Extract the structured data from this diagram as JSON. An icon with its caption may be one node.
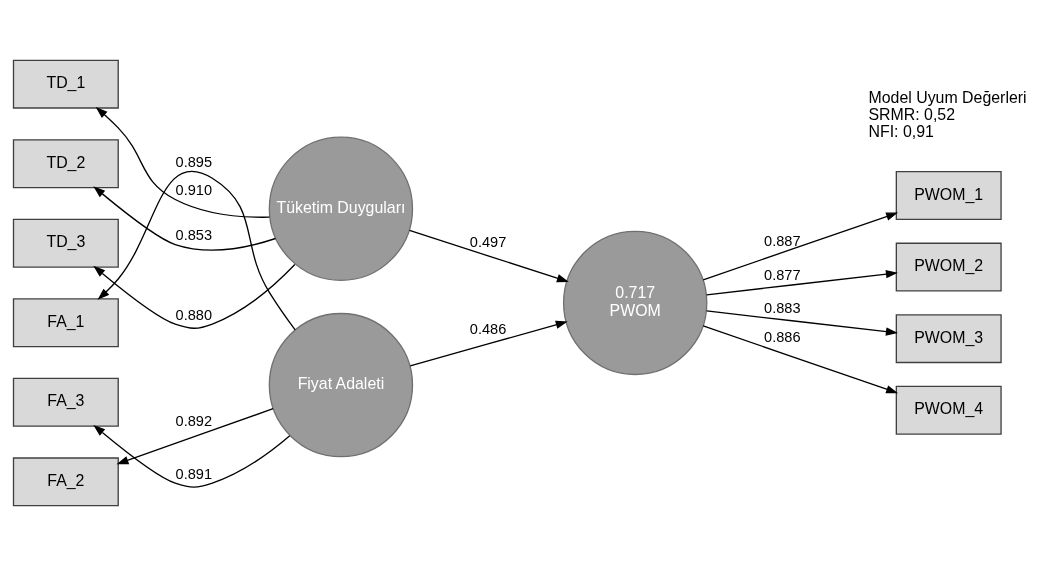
{
  "diagram": {
    "nodes": [
      {
        "text": [
          "FA_1"
        ]
      },
      {
        "text": [
          "FA_2"
        ]
      },
      {
        "text": [
          "FA_3"
        ]
      },
      {
        "text": [
          "Fiyat Adaleti"
        ]
      },
      {
        "text": [
          "TD_1"
        ]
      },
      {
        "text": [
          "TD_2"
        ]
      },
      {
        "text": [
          "TD_3"
        ]
      },
      {
        "text": [
          "Tüketim Duyguları"
        ]
      },
      {
        "text": [
          "0.717",
          "PWOM"
        ]
      },
      {
        "text": [
          "PWOM_1"
        ]
      },
      {
        "text": [
          "PWOM_2"
        ]
      },
      {
        "text": [
          "PWOM_3"
        ]
      },
      {
        "text": [
          "PWOM_4"
        ]
      }
    ],
    "edges": [
      {
        "from": 3,
        "to": 0,
        "arrow": "to",
        "label": "0.895"
      },
      {
        "from": 3,
        "to": 1,
        "arrow": "to",
        "label": "0.892"
      },
      {
        "from": 3,
        "to": 2,
        "arrow": "to",
        "label": "0.891"
      },
      {
        "from": 7,
        "to": 4,
        "arrow": "to",
        "label": "0.910"
      },
      {
        "from": 7,
        "to": 5,
        "arrow": "to",
        "label": "0.853"
      },
      {
        "from": 7,
        "to": 6,
        "arrow": "to",
        "label": "0.880"
      },
      {
        "from": 3,
        "to": 8,
        "arrow": "to",
        "label": "0.486"
      },
      {
        "from": 7,
        "to": 8,
        "arrow": "to",
        "label": "0.497"
      },
      {
        "from": 8,
        "to": 9,
        "arrow": "to",
        "label": "0.887"
      },
      {
        "from": 8,
        "to": 10,
        "arrow": "to",
        "label": "0.877"
      },
      {
        "from": 8,
        "to": 11,
        "arrow": "to",
        "label": "0.883"
      },
      {
        "from": 8,
        "to": 12,
        "arrow": "to",
        "label": "0.886"
      }
    ],
    "labels": [
      "Model Uyum Değerleri",
      "SRMR: 0,52",
      "NFI: 0,91"
    ]
  }
}
